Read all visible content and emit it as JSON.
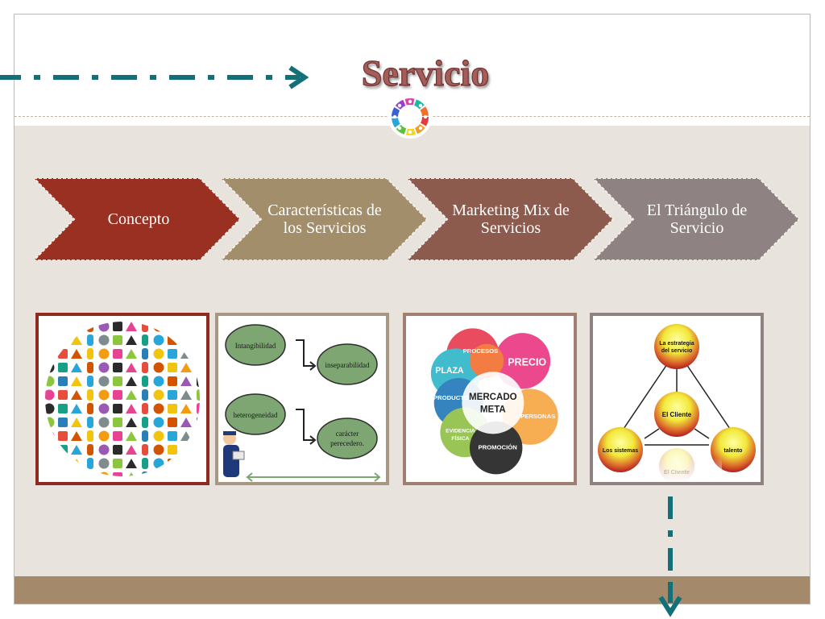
{
  "title": "Servicio",
  "steps": [
    {
      "label": "Concepto",
      "color": "#9a3022"
    },
    {
      "label": "Características de los Servicios",
      "color": "#a38e6c"
    },
    {
      "label": "Marketing Mix de Servicios",
      "color": "#8d5b4e"
    },
    {
      "label": "El Triángulo de Servicio",
      "color": "#8e8382"
    }
  ],
  "characteristics": {
    "items": [
      "Intangibilidad",
      "inseparabilidad",
      "heterogeneidad",
      "carácter perecedero."
    ]
  },
  "marketing_mix": {
    "center_line1": "MERCADO",
    "center_line2": "META",
    "segments": [
      "PROCESOS",
      "PRECIO",
      "PLAZA",
      "PRODUCTO",
      "PERSONAS",
      "EVIDENCIA FÍSICA",
      "PROMOCIÓN"
    ]
  },
  "triangle": {
    "top": "La estrategia del servicio",
    "center": "El Cliente",
    "left": "Los sistemas",
    "right": "talento",
    "reflection": "El Cliente"
  },
  "colors": {
    "arrow": "#137078",
    "footer": "#a48a6b",
    "content_bg": "#e8e3dc"
  }
}
